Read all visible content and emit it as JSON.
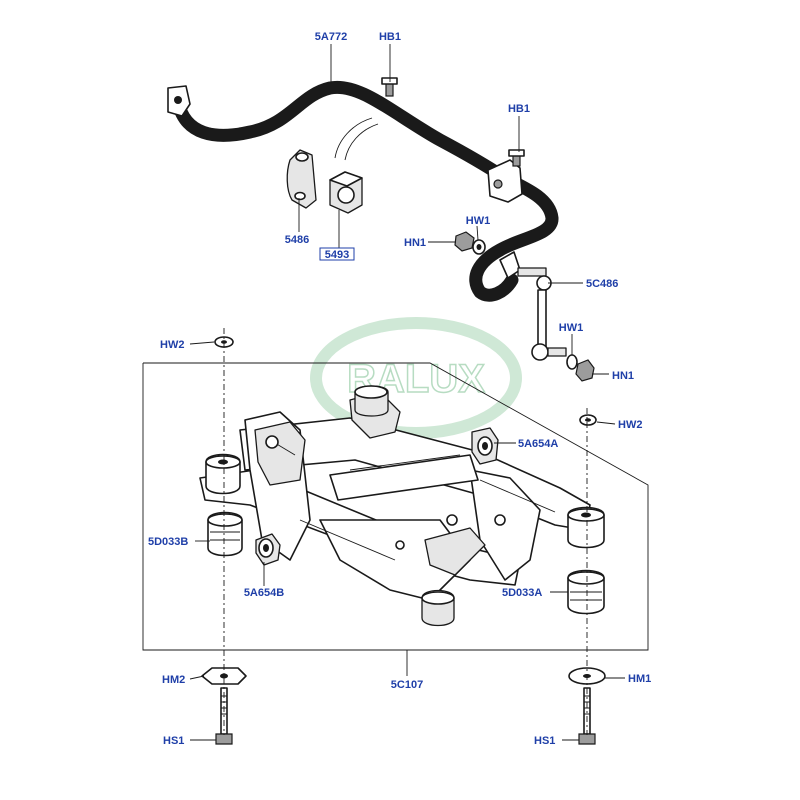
{
  "watermark": {
    "text": "RALUX",
    "color": "#cfe8d6"
  },
  "label_color": "#1f3fa8",
  "labels": {
    "l_5a772": "5A772",
    "l_hb1_top": "HB1",
    "l_hb1_right": "HB1",
    "l_5486": "5486",
    "l_5493": "5493",
    "l_hw1_top": "HW1",
    "l_hn1_left": "HN1",
    "l_5c486": "5C486",
    "l_hw1_mid": "HW1",
    "l_hn1_right": "HN1",
    "l_hw2_left": "HW2",
    "l_hw2_right": "HW2",
    "l_5a654a": "5A654A",
    "l_5d033b": "5D033B",
    "l_5a654b": "5A654B",
    "l_5d033a": "5D033A",
    "l_hm2": "HM2",
    "l_5c107": "5C107",
    "l_hm1": "HM1",
    "l_hs1_left": "HS1",
    "l_hs1_right": "HS1"
  }
}
